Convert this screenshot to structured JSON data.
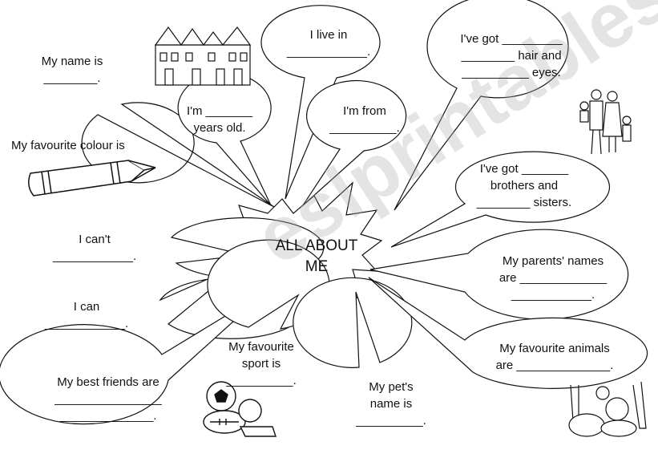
{
  "title": "ALL ABOUT\nME",
  "bubbles": {
    "name": "My name is\n________.",
    "live": "I live in\n____________.",
    "hair_eyes": "I've got _________\n________ hair and\n__________ eyes.",
    "age": "I'm _______\nyears old.",
    "from": "I'm from\n__________.",
    "brothers": "I've got _______\nbrothers and\n________ sisters.",
    "cant": "I can't\n____________.",
    "can": "I can\n____________.",
    "parents": "My parents' names\nare _____________\n____________.",
    "best_friends": "My best friends are\n________________\n______________.",
    "sport": "My favourite\nsport is\n__________.",
    "pet": "My pet's\nname is\n__________.",
    "animals": "My favourite animals\nare ______________."
  },
  "colour_label": "My favourite colour is",
  "watermark": "eslprintables.com"
}
